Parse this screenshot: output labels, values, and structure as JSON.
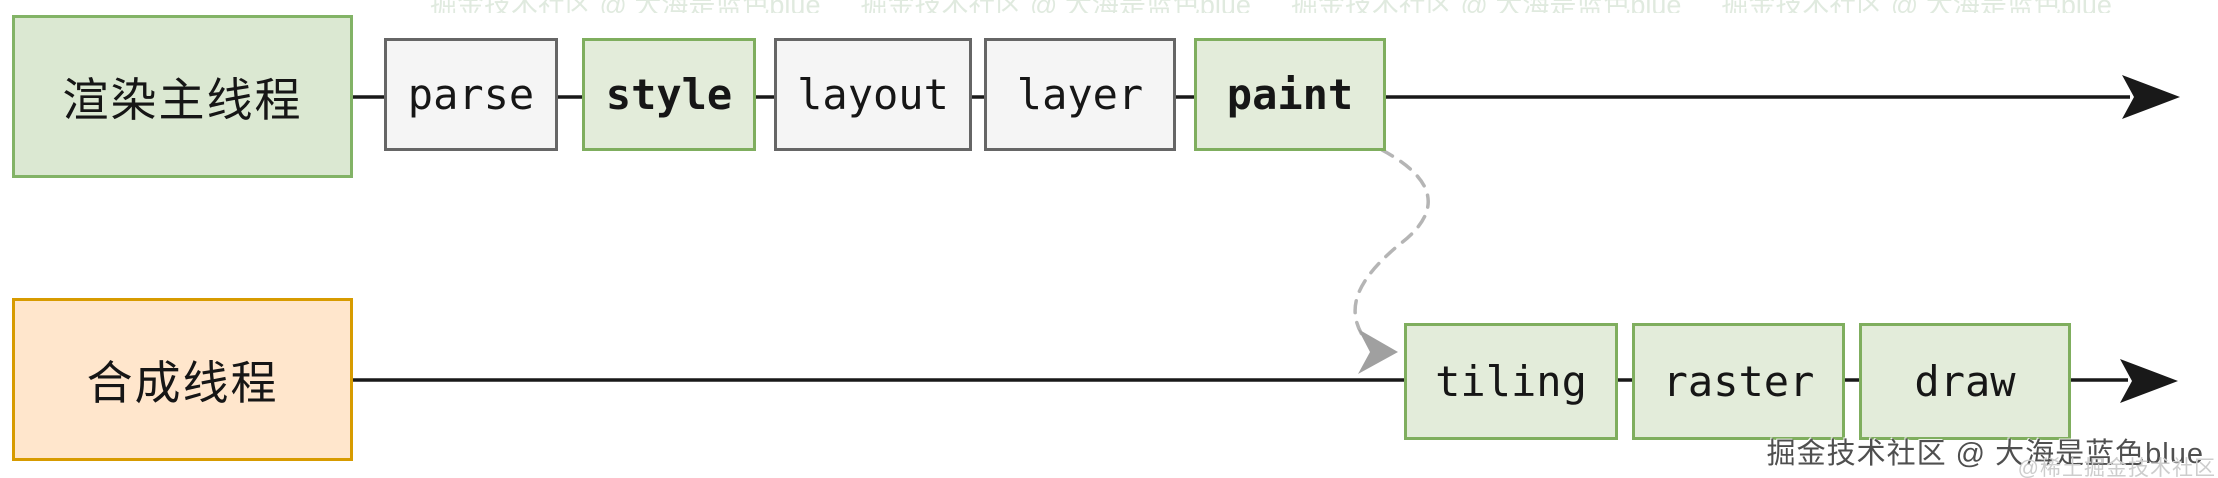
{
  "diagram": {
    "title_semantic": "browser-rendering-pipeline",
    "threads": [
      {
        "label": "渲染主线程",
        "stages": [
          {
            "label": "parse",
            "highlight": false
          },
          {
            "label": "style",
            "highlight": true
          },
          {
            "label": "layout",
            "highlight": false
          },
          {
            "label": "layer",
            "highlight": false
          },
          {
            "label": "paint",
            "highlight": true
          }
        ]
      },
      {
        "label": "合成线程",
        "stages": [
          {
            "label": "tiling",
            "highlight": true
          },
          {
            "label": "raster",
            "highlight": true
          },
          {
            "label": "draw",
            "highlight": true
          }
        ]
      }
    ],
    "connections": [
      {
        "from": "渲染主线程",
        "type": "timeline-arrow",
        "direction": "right"
      },
      {
        "from": "合成线程",
        "type": "timeline-arrow",
        "direction": "right"
      },
      {
        "from": "paint",
        "to": "tiling",
        "type": "dashed-curve-arrow"
      }
    ],
    "colors": {
      "green_fill": "#dbe8d2",
      "green_border": "#82b366",
      "stage_green_fill": "#e3ecda",
      "stage_green_border": "#7fae5e",
      "gray_fill": "#f5f5f5",
      "gray_border": "#666666",
      "orange_fill": "#ffe6cc",
      "orange_border": "#d79b00",
      "line_black": "#191919",
      "dashed_gray": "#b5b5b5",
      "dashed_arrow_gray": "#a0a0a0"
    }
  },
  "watermarks": {
    "main": "掘金技术社区 @ 大海是蓝色blue",
    "secondary": "@稀土掘金技术社区",
    "top_strip": "掘金技术社区 @ 大海是蓝色blue"
  }
}
